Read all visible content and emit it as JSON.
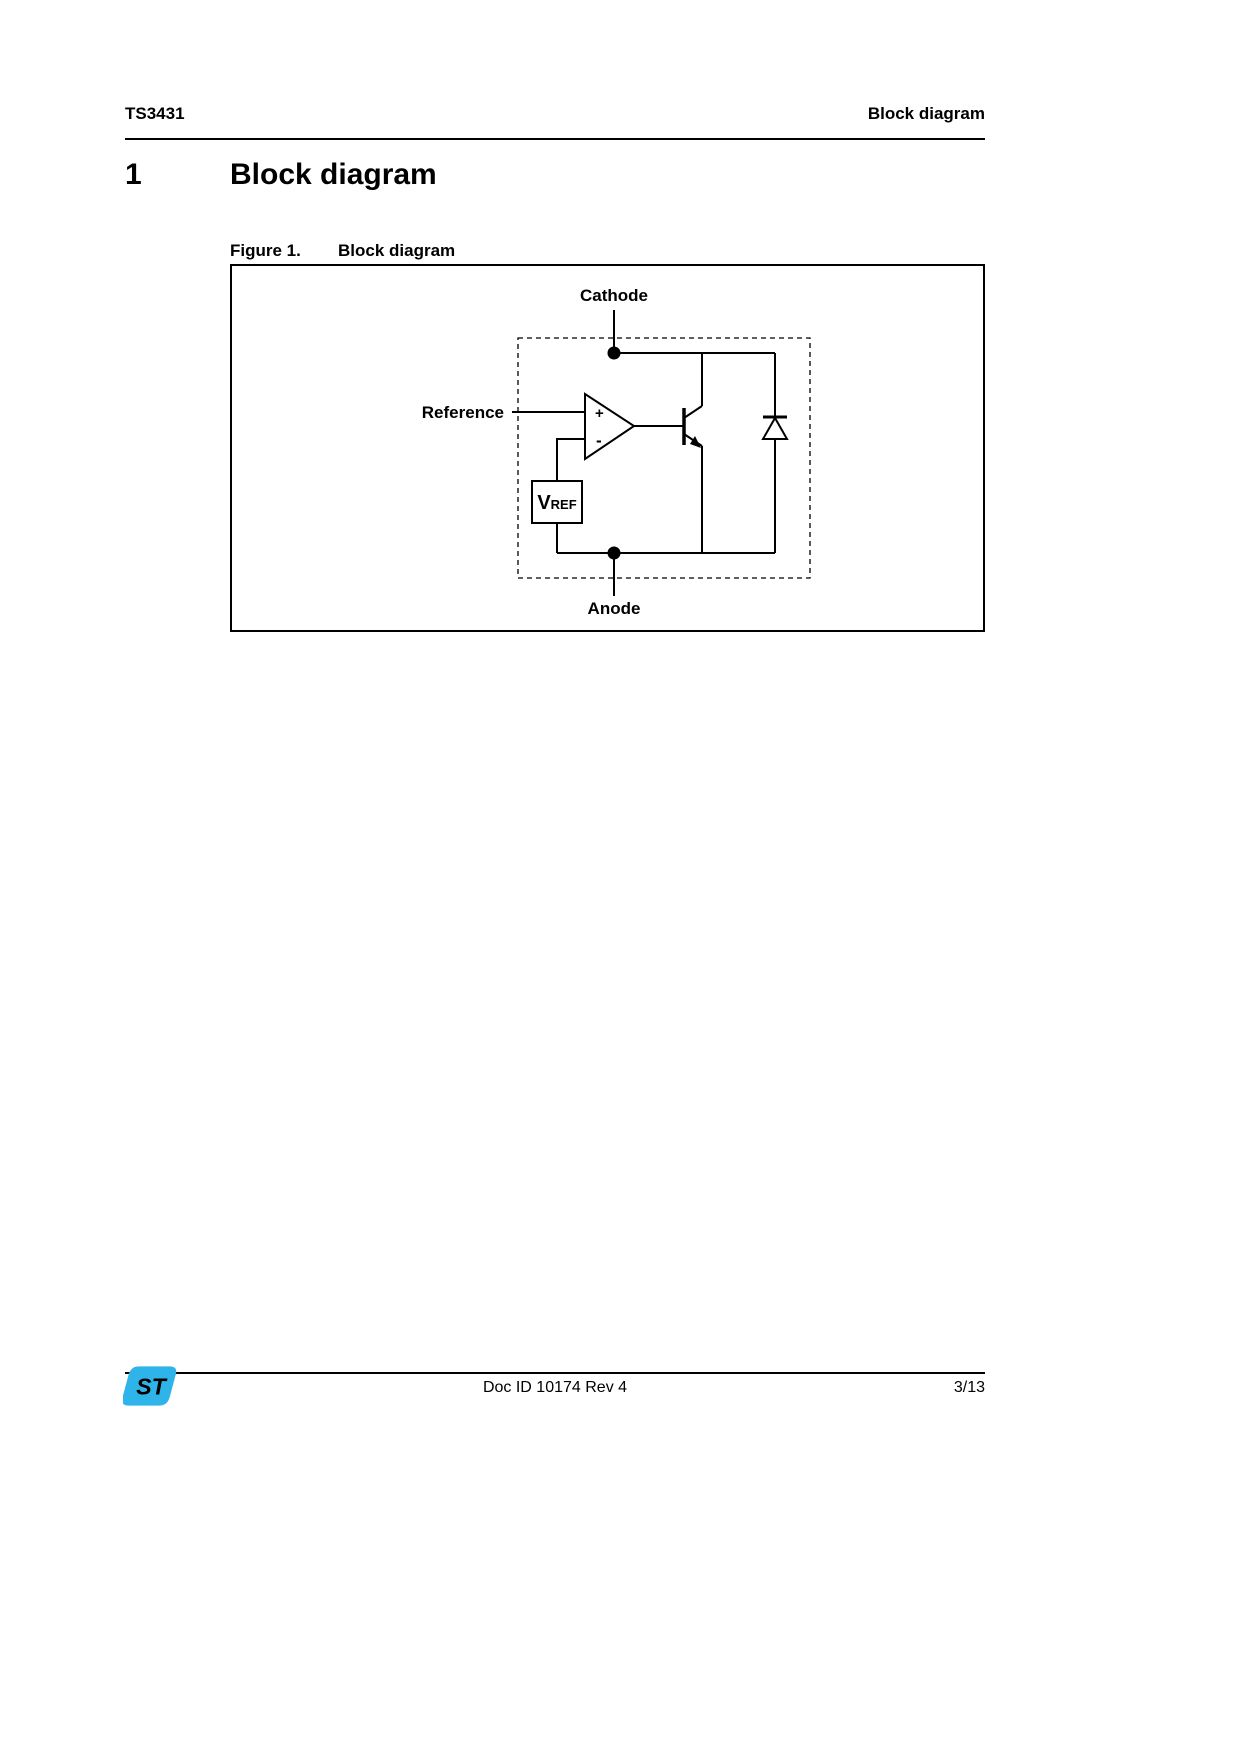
{
  "header": {
    "left": "TS3431",
    "right": "Block diagram"
  },
  "section": {
    "number": "1",
    "title": "Block diagram"
  },
  "figure": {
    "label": "Figure 1.",
    "title": "Block diagram"
  },
  "diagram": {
    "cathode_label": "Cathode",
    "anode_label": "Anode",
    "reference_label": "Reference",
    "vref_v": "V",
    "vref_ref": "REF",
    "opamp_plus": "+",
    "opamp_minus": "-"
  },
  "footer": {
    "doc_id": "Doc ID 10174 Rev 4",
    "page": "3/13",
    "logo_text": "ST"
  },
  "colors": {
    "logo_blue": "#2fb4e9",
    "line": "#000000"
  }
}
